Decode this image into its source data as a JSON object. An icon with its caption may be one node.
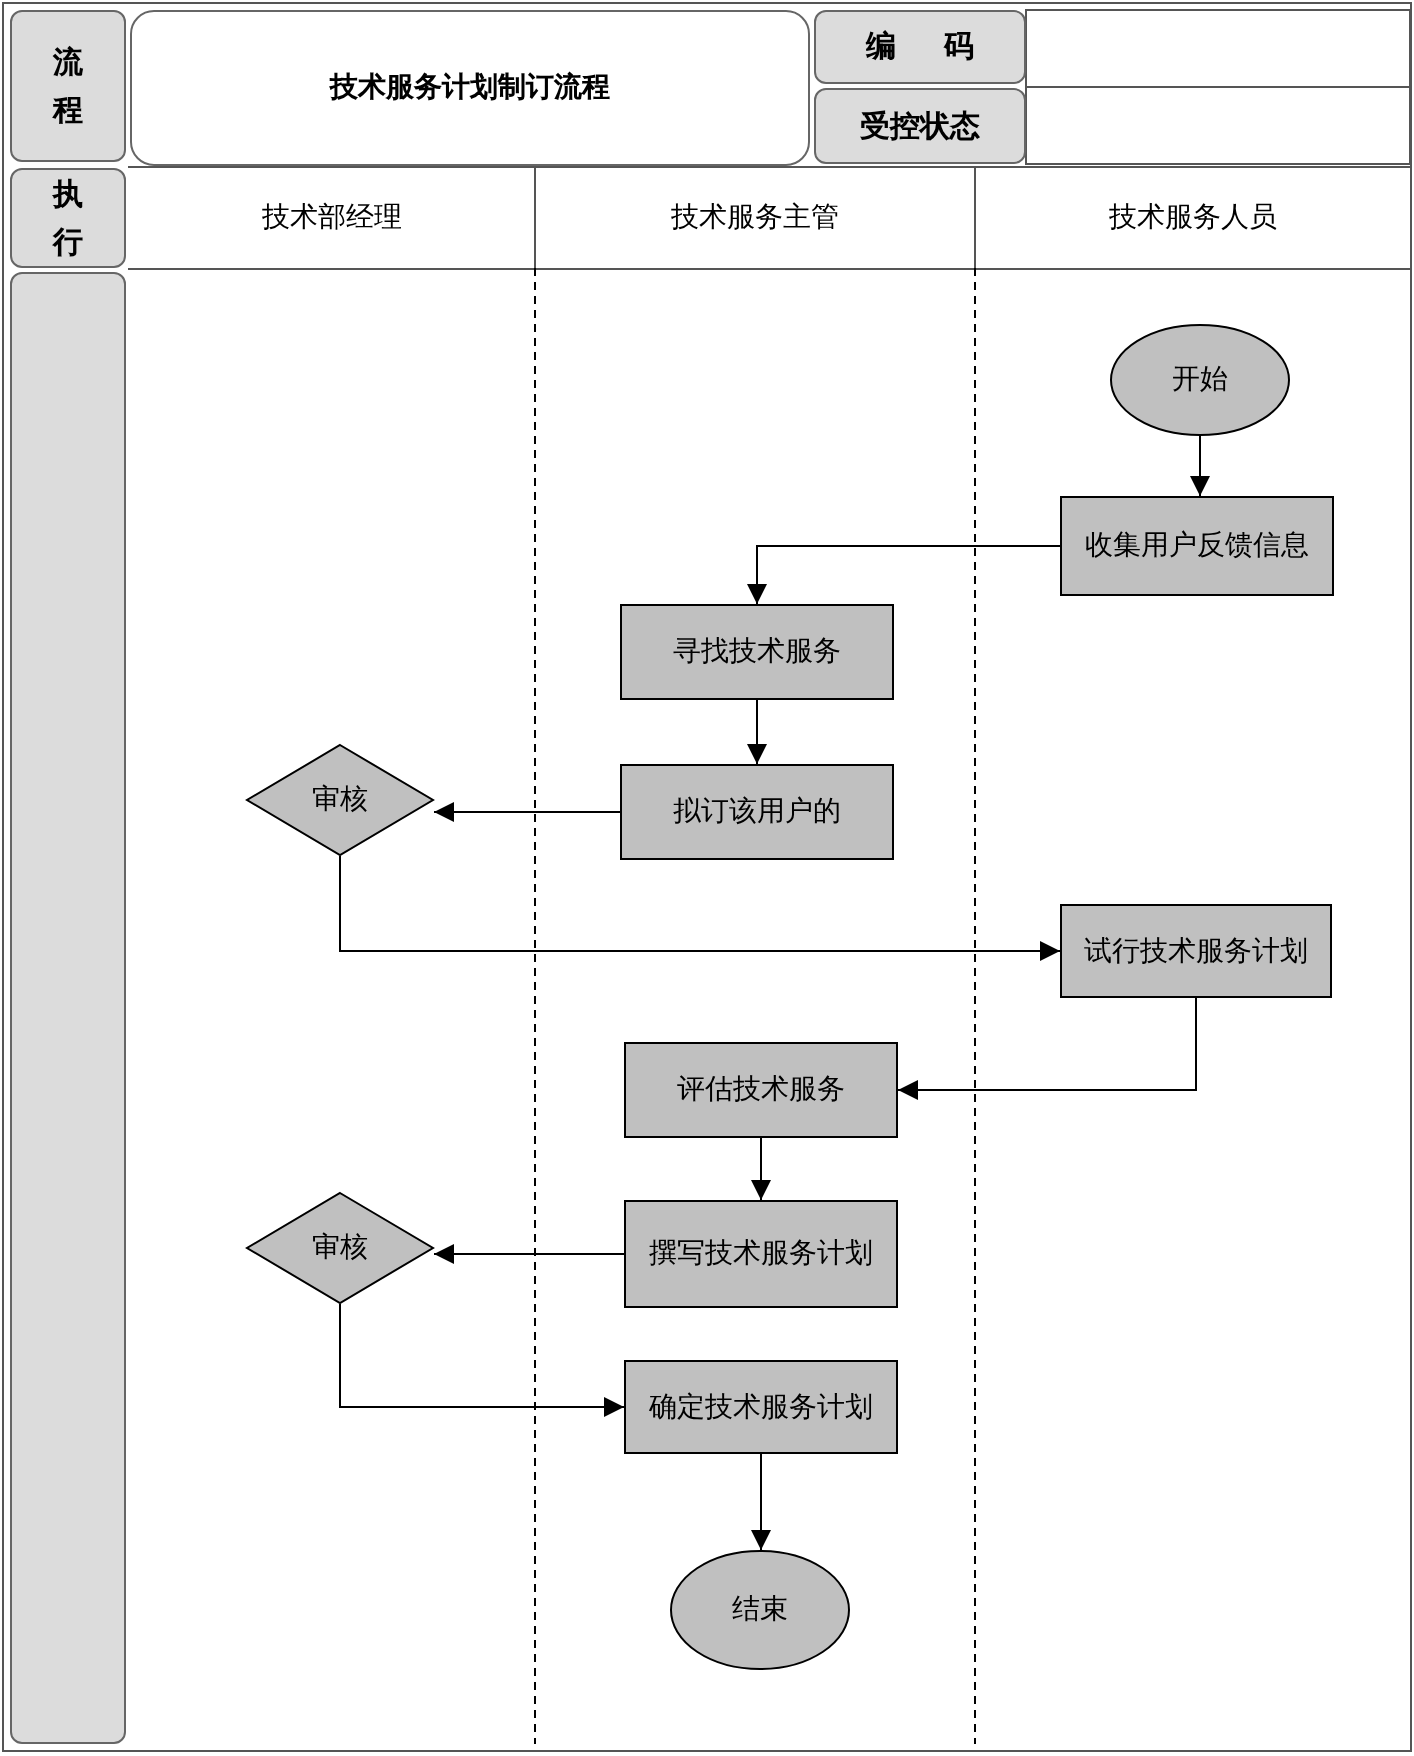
{
  "diagram": {
    "nodes": [
      {
        "text": [
          "流程"
        ]
      },
      {
        "text": [
          "技术服务计划制订流程"
        ]
      },
      {
        "text": [
          "编码"
        ]
      },
      {
        "text": [
          "受控状态"
        ]
      },
      {
        "text": [
          "执行"
        ]
      },
      {
        "text": [
          "技术部经理"
        ]
      },
      {
        "text": [
          "技术服务主管"
        ]
      },
      {
        "text": [
          "技术服务人员"
        ]
      },
      {
        "text": [
          "开始"
        ]
      },
      {
        "text": [
          "收集用户反馈信息"
        ]
      },
      {
        "text": [
          "寻找技术服务"
        ]
      },
      {
        "text": [
          "拟订该用户的"
        ]
      },
      {
        "text": [
          "审核"
        ]
      },
      {
        "text": [
          "试行技术服务计划"
        ]
      },
      {
        "text": [
          "评估技术服务"
        ]
      },
      {
        "text": [
          "撰写技术服务计划"
        ]
      },
      {
        "text": [
          "审核"
        ]
      },
      {
        "text": [
          "确定技术服务计划"
        ]
      },
      {
        "text": [
          "结束"
        ]
      },
      {
        "text": [],
        "shape": "box"
      }
    ],
    "edges": [
      {
        "from": 8,
        "to": 9,
        "arrow": "to"
      },
      {
        "from": 9,
        "to": 10,
        "arrow": "to"
      },
      {
        "from": 10,
        "to": 11,
        "arrow": "to"
      },
      {
        "from": 11,
        "to": 12,
        "arrow": "to"
      },
      {
        "from": 12,
        "to": 13,
        "arrow": "to"
      },
      {
        "from": 13,
        "to": 14,
        "arrow": "to"
      },
      {
        "from": 14,
        "to": 15,
        "arrow": "to"
      },
      {
        "from": 15,
        "to": 16,
        "arrow": "to"
      },
      {
        "from": 16,
        "to": 17,
        "arrow": "to"
      },
      {
        "from": 17,
        "to": 18,
        "arrow": "to"
      }
    ]
  }
}
